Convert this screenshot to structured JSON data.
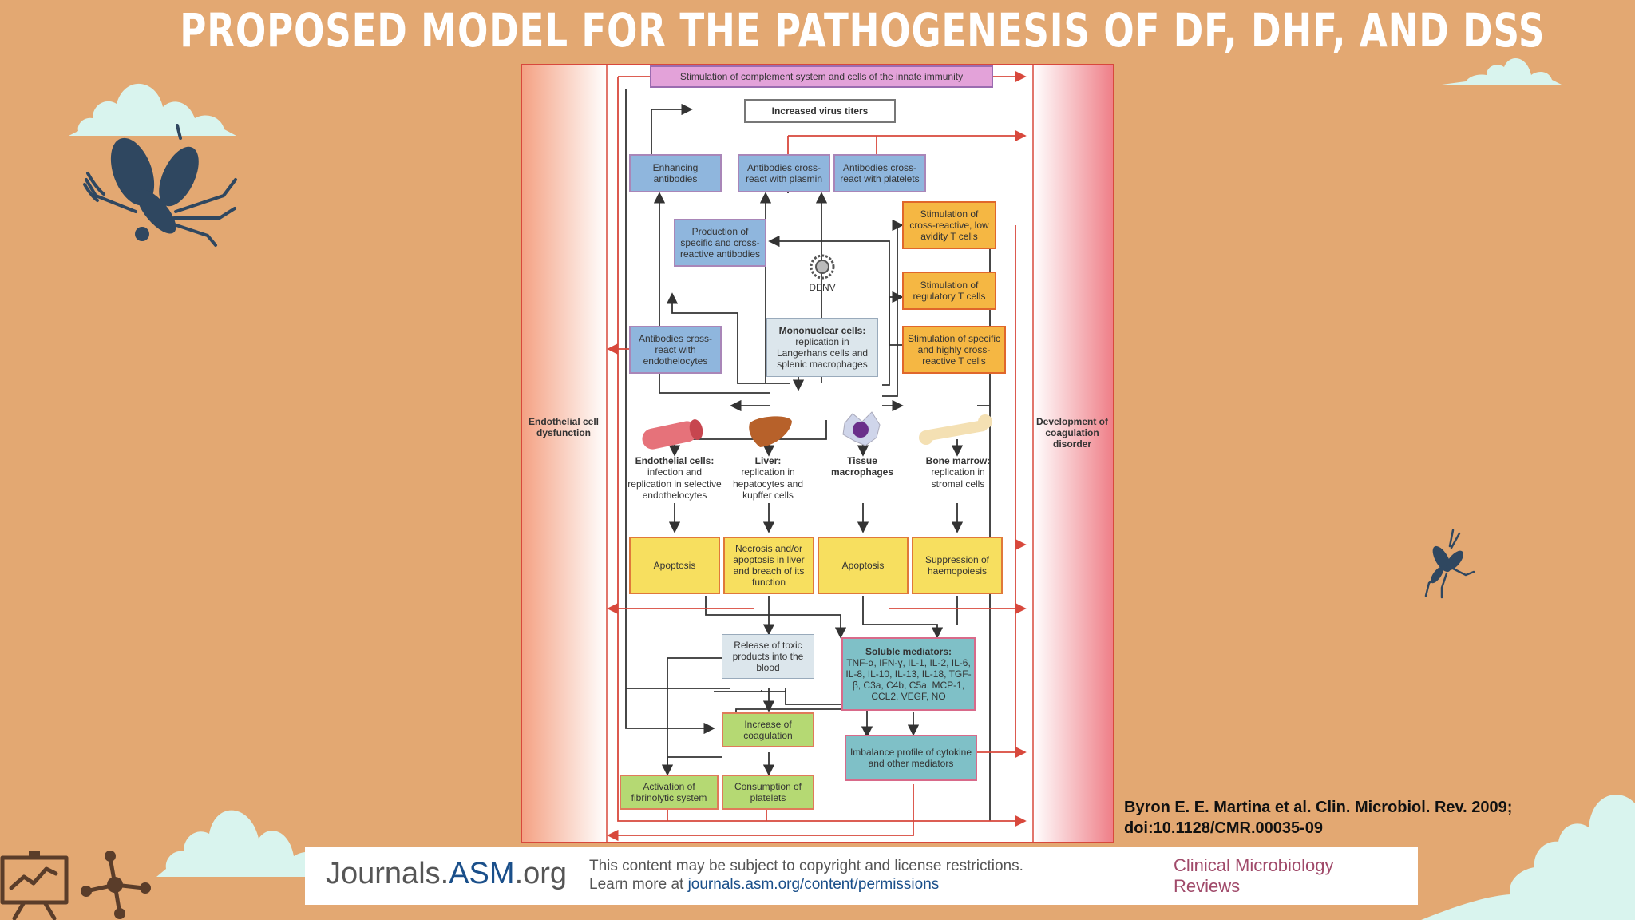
{
  "title": "Proposed Model for the Pathogenesis of DF, DHF,  and DSS",
  "figure": {
    "top_bar": "Stimulation of complement system and cells of the innate immunity",
    "virus_titers": "Increased virus titers",
    "enhancing": "Enhancing antibodies",
    "plasmin": "Antibodies cross-react with plasmin",
    "platelets": "Antibodies cross-react with platelets",
    "production": "Production of specific and cross-reactive antibodies",
    "t_low": "Stimulation of cross-reactive, low avidity T cells",
    "t_reg": "Stimulation of regulatory T cells",
    "t_high": "Stimulation of specific and highly cross-reactive T cells",
    "endo_ab": "Antibodies cross-react with endothelocytes",
    "denv": "DENV",
    "mono_title": "Mononuclear cells:",
    "mono_text": "replication in Langerhans cells and splenic macrophages",
    "left_label": "Endothelial cell dysfunction",
    "right_label": "Development of coagulation disorder",
    "organs": [
      {
        "title": "Endothelial cells:",
        "text": "infection and replication in selective endothelocytes"
      },
      {
        "title": "Liver:",
        "text": "replication in hepatocytes and kupffer cells"
      },
      {
        "title": "Tissue macrophages",
        "text": ""
      },
      {
        "title": "Bone marrow:",
        "text": "replication in stromal cells"
      }
    ],
    "apoptosis1": "Apoptosis",
    "necrosis": "Necrosis and/or apoptosis in liver and breach of its function",
    "apoptosis2": "Apoptosis",
    "suppression": "Suppression of haemopoiesis",
    "toxic": "Release of toxic products into the blood",
    "soluble_title": "Soluble mediators:",
    "soluble_text": "TNF-α, IFN-γ, IL-1, IL-2, IL-6, IL-8, IL-10, IL-13, IL-18, TGF-β, C3a, C4b, C5a, MCP-1, CCL2, VEGF, NO",
    "coag": "Increase of coagulation",
    "imbalance": "Imbalance profile of cytokine and other mediators",
    "fibrino": "Activation of fibrinolytic system",
    "consumption": "Consumption of platelets"
  },
  "credit_line1": "Byron E. E. Martina et al. Clin. Microbiol. Rev. 2009;",
  "credit_line2": "doi:10.1128/CMR.00035-09",
  "footer": {
    "logo_a": "Journals.",
    "logo_b": "ASM",
    "logo_c": ".org",
    "notice1": "This content may be subject to copyright and license restrictions.",
    "notice2_prefix": "Learn more at ",
    "notice2_link": "journals.asm.org/content/permissions",
    "journal1": "Clinical Microbiology",
    "journal2": "Reviews"
  },
  "colors": {
    "background": "#e3a872",
    "cloud": "#d9f4ee",
    "mosquito": "#2f4760",
    "accent_red": "#d8483c"
  }
}
